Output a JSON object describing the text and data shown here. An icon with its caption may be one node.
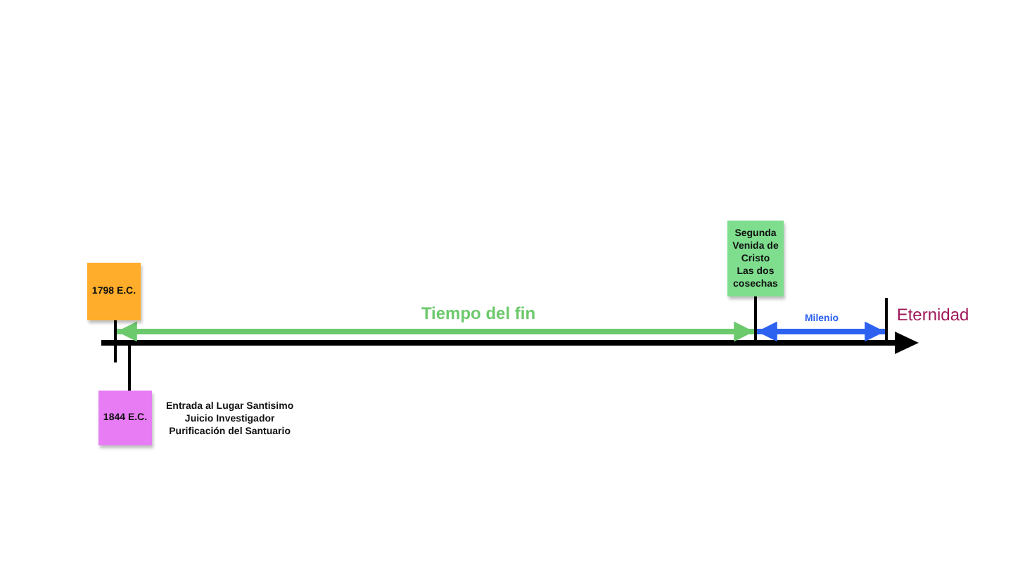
{
  "diagram": {
    "nodes": [
      {
        "text": [
          "1798 E.C."
        ]
      },
      {
        "text": [
          "1844 E.C."
        ],
        "beside": [
          "Entrada al Lugar Santisimo",
          "Juicio Investigador",
          "Purificación del Santuario"
        ]
      },
      {
        "text": [
          "Segunda Venida de Cristo",
          "Las dos cosechas"
        ]
      },
      {
        "text": [
          "Eternidad"
        ]
      },
      {
        "text": [],
        "shape": "bar"
      },
      {
        "text": [],
        "shape": "bar"
      },
      {
        "text": [],
        "shape": "bar"
      },
      {
        "text": [],
        "shape": "bar"
      }
    ],
    "edges": [
      {
        "from": 4,
        "to": 5,
        "arrow": "both",
        "label": "Tiempo del fin",
        "color": "#6cc96c"
      },
      {
        "from": 5,
        "to": 6,
        "arrow": "both",
        "label": "Milenio",
        "color": "#2d62f0"
      }
    ]
  }
}
